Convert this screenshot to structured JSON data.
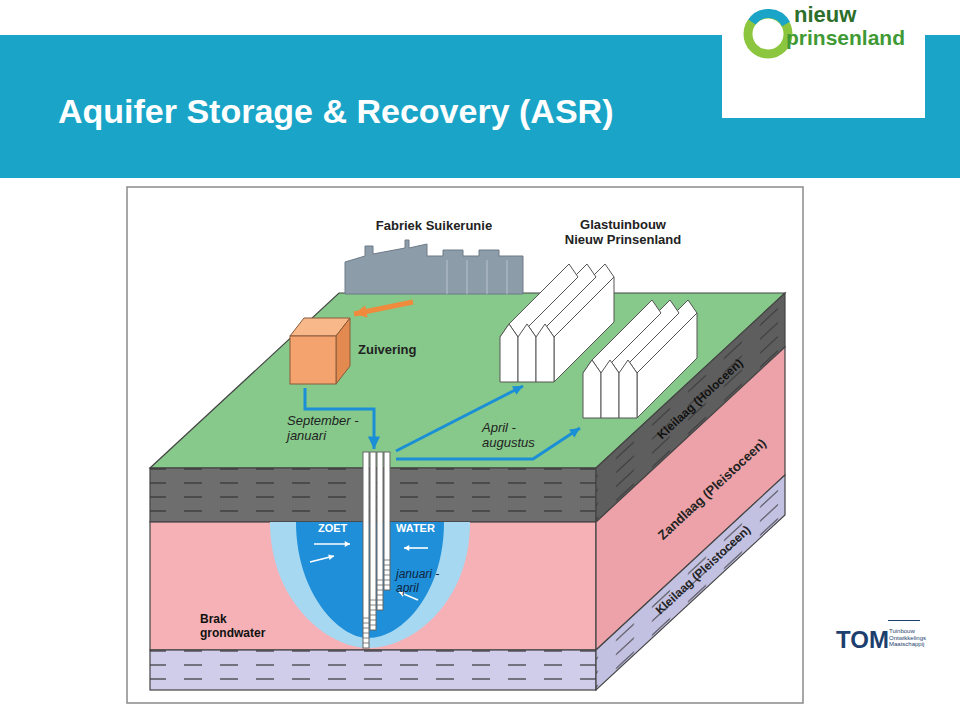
{
  "diagram": {
    "title": "Aquifer Storage & Recovery (ASR)",
    "nodes": [
      {
        "text": [
          "Fabriek Suikerunie"
        ]
      },
      {
        "text": [
          "Zuivering"
        ]
      },
      {
        "text": [
          "Glastuinbouw Nieuw Prinsenland"
        ]
      },
      {
        "text": [
          "ZOET",
          "WATER",
          "januari - april"
        ]
      }
    ],
    "edges": [
      {
        "from": 0,
        "to": 1,
        "arrow": "to"
      },
      {
        "from": 1,
        "to": 3,
        "label": "September - januari",
        "arrow": "to"
      },
      {
        "from": 3,
        "to": 2,
        "label": "April - augustus",
        "arrow": "to"
      }
    ],
    "labels": [
      "Kleilaag (Holoceen)",
      "Zandlaag (Pleistoceen)",
      "Kleilaag (Pleistoceen)",
      "Brak grondwater",
      "nieuw",
      "prinsenland",
      "TOM",
      "Tuinbouw Ontwikkelings Maatschappij"
    ]
  }
}
